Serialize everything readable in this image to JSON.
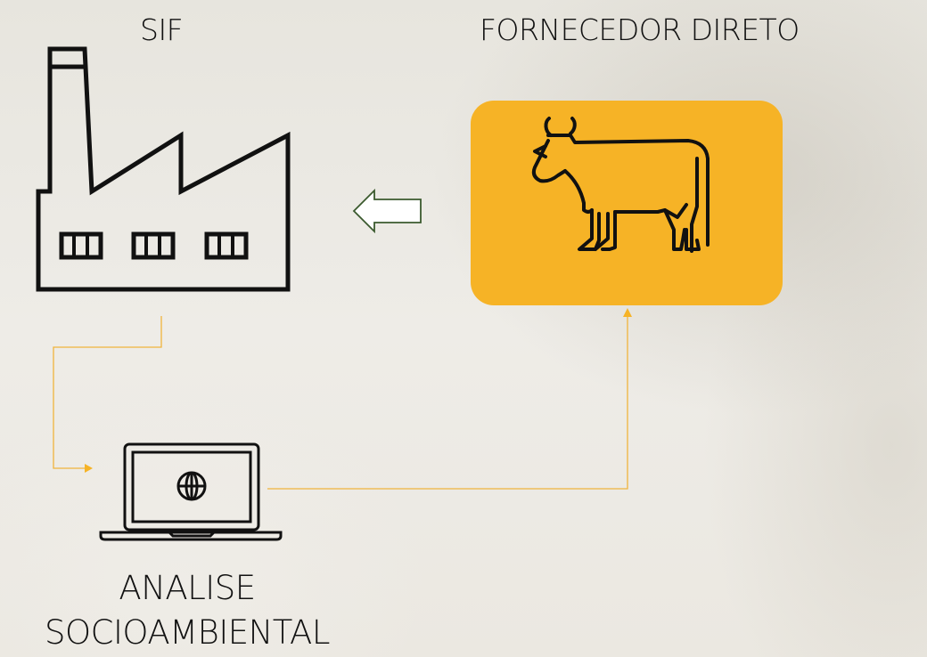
{
  "nodes": {
    "sif": {
      "label": "SIF",
      "icon": "factory-icon"
    },
    "fornecedor_direto": {
      "label": "FORNECEDOR DIRETO",
      "icon": "cow-icon"
    },
    "analise_socioambiental": {
      "label_line1": "ANALISE",
      "label_line2": "SOCIOAMBIENTAL",
      "icon": "laptop-globe-icon"
    }
  },
  "colors": {
    "accent": "#f6b326",
    "connector": "#f0b43c",
    "arrow_outline": "#3b5a2e",
    "icon_stroke": "#111111"
  }
}
